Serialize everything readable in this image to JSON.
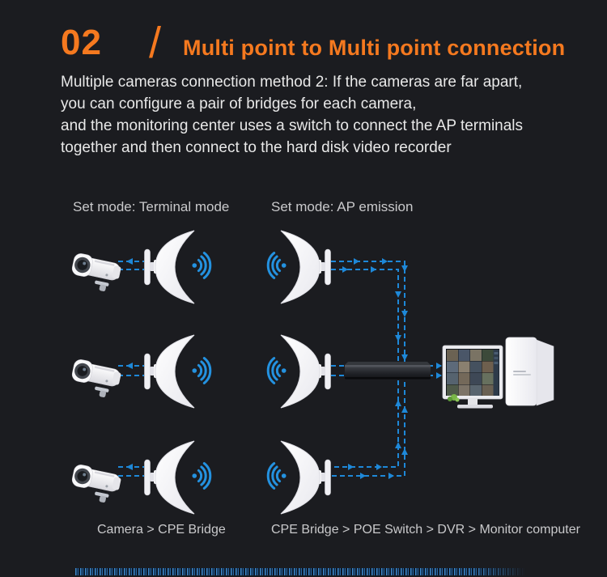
{
  "colors": {
    "background": "#1b1c20",
    "accent_orange": "#f5791f",
    "link_blue": "#1e88d8",
    "wifi_blue": "#2492e0"
  },
  "header": {
    "number": "02",
    "separator": "/",
    "title": "Multi point to Multi point connection"
  },
  "description": {
    "lines": [
      "Multiple cameras connection method 2: If the cameras are far apart,",
      "you can configure a pair of bridges for each camera,",
      "and the monitoring center uses a switch to connect the AP terminals",
      "together and then connect to the hard disk video recorder"
    ]
  },
  "diagram": {
    "labels": {
      "left_group": "Set mode: Terminal mode",
      "right_group": "Set mode: AP emission"
    },
    "captions": {
      "left_group": "Camera > CPE Bridge",
      "right_group": "CPE Bridge > POE Switch > DVR > Monitor computer"
    },
    "icons": {
      "camera": "cctv-camera",
      "bridge": "cpe-bridge-dish",
      "wifi": "wifi-signal",
      "switch": "poe-switch",
      "monitor": "surveillance-monitor",
      "tower": "computer-tower"
    }
  }
}
